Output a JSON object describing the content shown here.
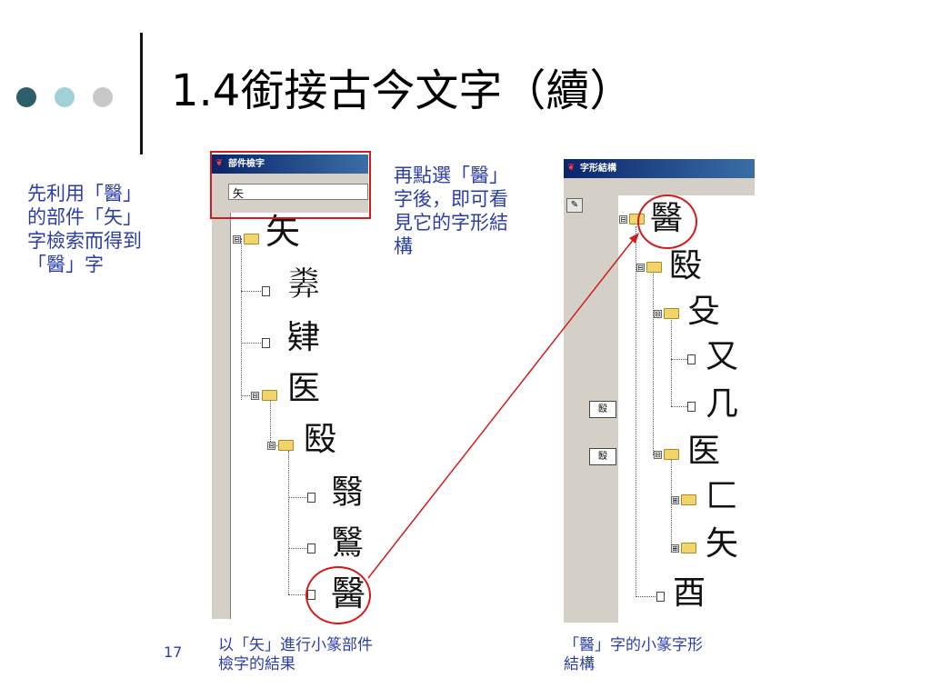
{
  "slide": {
    "title": "1.4銜接古今文字（續）",
    "page_number": "17",
    "bullet_colors": [
      "#2e5e6a",
      "#9fd1d6",
      "#c8c8c8"
    ],
    "accent_color": "#d41a1a",
    "note_color": "#2b3ea8"
  },
  "notes": {
    "left": [
      "先利用「醫」",
      "的部件「矢」",
      "字檢索而得到",
      "「醫」字"
    ],
    "middle": [
      "再點選「醫」",
      "字後，即可看",
      "見它的字形結",
      "構"
    ]
  },
  "captions": {
    "left": [
      "以「矢」進行小篆部件",
      "檢字的結果"
    ],
    "right": [
      "「醫」字的小篆字形",
      "結構"
    ]
  },
  "window_search": {
    "title": "部件檢字",
    "input_value": "矢",
    "tree": [
      {
        "glyph": "矢",
        "type": "folder",
        "expander": "⊟"
      },
      {
        "glyph": "𢍨",
        "type": "doc"
      },
      {
        "glyph": "肄",
        "type": "doc"
      },
      {
        "glyph": "医",
        "type": "folder",
        "expander": "⊟"
      },
      {
        "glyph": "殹",
        "type": "folder",
        "expander": "⊟"
      },
      {
        "glyph": "翳",
        "type": "doc"
      },
      {
        "glyph": "鷖",
        "type": "doc"
      },
      {
        "glyph": "醫",
        "type": "doc"
      }
    ]
  },
  "window_structure": {
    "title": "字形結構",
    "tool_icon": "pencil-icon",
    "side_tags": [
      "殹",
      "殹"
    ],
    "tree": [
      {
        "glyph": "醫",
        "type": "folder",
        "expander": "⊟"
      },
      {
        "glyph": "殹",
        "type": "folder",
        "expander": "⊟"
      },
      {
        "glyph": "殳",
        "type": "folder",
        "expander": "⊟"
      },
      {
        "glyph": "又",
        "type": "doc"
      },
      {
        "glyph": "几",
        "type": "doc"
      },
      {
        "glyph": "医",
        "type": "folder",
        "expander": "⊟"
      },
      {
        "glyph": "匚",
        "type": "folder",
        "expander": "⊞"
      },
      {
        "glyph": "矢",
        "type": "folder",
        "expander": "⊞"
      },
      {
        "glyph": "酉",
        "type": "doc"
      }
    ]
  }
}
